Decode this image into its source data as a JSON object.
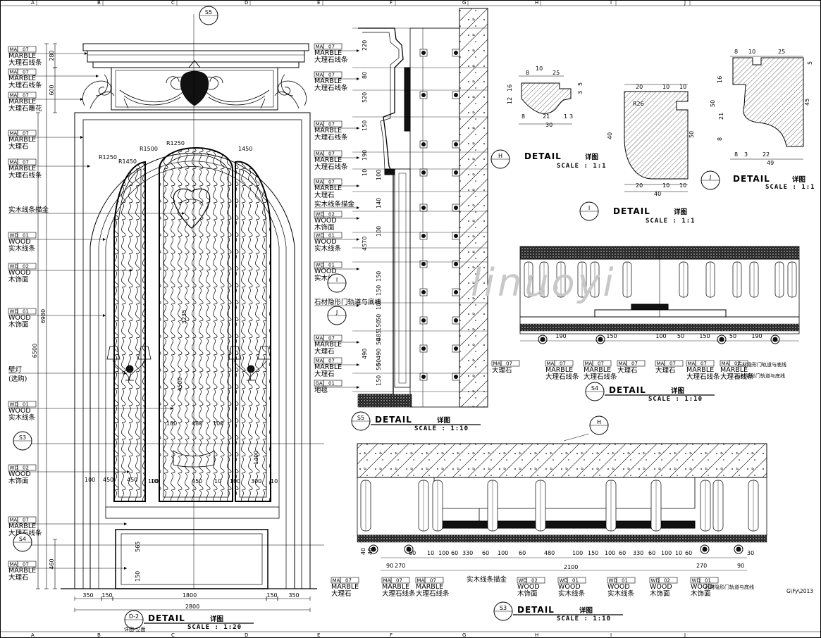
{
  "grid_letters": [
    "A",
    "B",
    "C",
    "D",
    "E",
    "F",
    "G",
    "H",
    "I",
    "J"
  ],
  "elevation": {
    "section_tag": "S5",
    "labels": [
      {
        "code": "MA",
        "num": "07",
        "en": "MARBLE",
        "cn": "大理石线条"
      },
      {
        "code": "MA",
        "num": "07",
        "en": "MARBLE",
        "cn": "大理石线条"
      },
      {
        "code": "MA",
        "num": "07",
        "en": "MARBLE",
        "cn": "大理石雕花"
      },
      {
        "code": "MA",
        "num": "07",
        "en": "MARBLE",
        "cn": "大理石"
      },
      {
        "code": "MA",
        "num": "07",
        "en": "MARBLE",
        "cn": "大理石线条"
      },
      {
        "code": "",
        "num": "",
        "en": "",
        "cn": "实木线条描金"
      },
      {
        "code": "WD",
        "num": "01",
        "en": "WOOD",
        "cn": "实木线条"
      },
      {
        "code": "WD",
        "num": "02",
        "en": "WOOD",
        "cn": "木饰面"
      },
      {
        "code": "WD",
        "num": "01",
        "en": "WOOD",
        "cn": "木饰面"
      },
      {
        "code": "",
        "num": "",
        "en": "",
        "cn": "壁灯"
      },
      {
        "code": "",
        "num": "",
        "en": "",
        "cn": "(选购)"
      },
      {
        "code": "WD",
        "num": "01",
        "en": "WOOD",
        "cn": "实木线条"
      },
      {
        "code": "WD",
        "num": "02",
        "en": "WOOD",
        "cn": "木饰面"
      },
      {
        "code": "MA",
        "num": "07",
        "en": "MARBLE",
        "cn": "大理石线条"
      },
      {
        "code": "MA",
        "num": "07",
        "en": "MARBLE",
        "cn": "大理石"
      }
    ],
    "vdims_left": [
      "280",
      "600",
      "6500",
      "6980",
      "460"
    ],
    "inner_dims": [
      "R1250",
      "R1450",
      "R1500",
      "R1250",
      "1450",
      "3235",
      "100",
      "480",
      "100",
      "1400",
      "4500",
      "450",
      "10",
      "450",
      "10",
      "300",
      "10",
      "450",
      "100",
      "100",
      "100",
      "565",
      "150"
    ],
    "bottom_dims": [
      "350",
      "150",
      "1800",
      "150",
      "350",
      "2800"
    ],
    "callouts": [
      "S3",
      "S4"
    ],
    "title_tag": "D-2",
    "title_sub": "详图-立面",
    "title": "DETAIL",
    "title_cn": "详图",
    "scale": "SCALE : 1:20"
  },
  "section_s5": {
    "labels": [
      {
        "code": "MA",
        "num": "07",
        "en": "MARBLE",
        "cn": "大理石线条"
      },
      {
        "code": "MA",
        "num": "07",
        "en": "MARBLE",
        "cn": "大理石线条"
      },
      {
        "code": "MA",
        "num": "07",
        "en": "MARBLE",
        "cn": "大理石线条"
      },
      {
        "code": "MA",
        "num": "07",
        "en": "MARBLE",
        "cn": "大理石线条"
      },
      {
        "code": "MA",
        "num": "07",
        "en": "MARBLE",
        "cn": "大理石"
      },
      {
        "code": "",
        "num": "",
        "en": "",
        "cn": "实木线条描金"
      },
      {
        "code": "WD",
        "num": "02",
        "en": "WOOD",
        "cn": "木饰面"
      },
      {
        "code": "WD",
        "num": "01",
        "en": "WOOD",
        "cn": "实木线条"
      },
      {
        "code": "WD",
        "num": "01",
        "en": "WOOD",
        "cn": "实木线条"
      },
      {
        "code": "",
        "num": "",
        "en": "",
        "cn": "石材隐形门轨道与底线"
      },
      {
        "code": "MA",
        "num": "07",
        "en": "MARBLE",
        "cn": "大理石"
      },
      {
        "code": "MA",
        "num": "07",
        "en": "MARBLE",
        "cn": "大理石"
      },
      {
        "code": "GA",
        "num": "01",
        "en": "",
        "cn": "地毯"
      }
    ],
    "dims": [
      "220",
      "80",
      "520",
      "150",
      "190",
      "10",
      "100",
      "140",
      "100",
      "4570",
      "490",
      "150",
      "150",
      "100",
      "50",
      "150",
      "50",
      "50",
      "50",
      "485",
      "490",
      "150"
    ],
    "callouts": [
      "I",
      "J"
    ],
    "tag": "S5",
    "title": "DETAIL",
    "title_cn": "详图",
    "scale": "SCALE : 1:10"
  },
  "detail_h": {
    "dims": [
      "8",
      "10",
      "25",
      "16",
      "12",
      "5",
      "3",
      "8",
      "21",
      "30",
      "1",
      "3"
    ],
    "tag": "H",
    "title": "DETAIL",
    "title_cn": "详图",
    "scale": "SCALE : 1:1"
  },
  "detail_i": {
    "dims": [
      "20",
      "10",
      "10",
      "R26",
      "40",
      "50",
      "20",
      "10",
      "10",
      "40"
    ],
    "tag": "I",
    "title": "DETAIL",
    "title_cn": "详图",
    "scale": "SCALE : 1:1"
  },
  "detail_j": {
    "dims": [
      "8",
      "10",
      "25",
      "5",
      "16",
      "50",
      "21",
      "8",
      "45",
      "8",
      "3",
      "22",
      "49"
    ],
    "tag": "J",
    "title": "DETAIL",
    "title_cn": "详图",
    "scale": "SCALE : 1:1"
  },
  "section_s4": {
    "dims": [
      "190",
      "150",
      "100",
      "50",
      "150",
      "50",
      "190"
    ],
    "side_label": "石材隐形门轨道与底线",
    "labels": [
      {
        "code": "MA",
        "num": "07",
        "en": "",
        "cn": "大理石"
      },
      {
        "code": "MA",
        "num": "07",
        "en": "MARBLE",
        "cn": "大理石线条"
      },
      {
        "code": "MA",
        "num": "07",
        "en": "MARBLE",
        "cn": "大理石线条"
      },
      {
        "code": "MA",
        "num": "07",
        "en": "",
        "cn": "大理石"
      },
      {
        "code": "MA",
        "num": "07",
        "en": "",
        "cn": "大理石"
      },
      {
        "code": "MA",
        "num": "07",
        "en": "MARBLE",
        "cn": "大理石线条"
      },
      {
        "code": "MA",
        "num": "07",
        "en": "MARBLE",
        "cn": "大理石线条"
      },
      {
        "code": "",
        "num": "",
        "en": "",
        "cn": "石材隐形门轨道与底线"
      }
    ],
    "tag": "S4",
    "title": "DETAIL",
    "title_cn": "详图",
    "scale": "SCALE : 1:10"
  },
  "section_s3": {
    "dims": [
      "40",
      "40",
      "60",
      "10",
      "100",
      "60",
      "330",
      "60",
      "100",
      "60",
      "480",
      "100",
      "150",
      "100",
      "60",
      "330",
      "60",
      "100",
      "10",
      "60",
      "90",
      "270",
      "2100",
      "270",
      "90",
      "30"
    ],
    "callout": "H",
    "labels": [
      {
        "code": "MA",
        "num": "07",
        "en": "MARBLE",
        "cn": "大理石"
      },
      {
        "code": "MA",
        "num": "07",
        "en": "MARBLE",
        "cn": "大理石线条"
      },
      {
        "code": "MA",
        "num": "07",
        "en": "MARBLE",
        "cn": "大理石线条"
      },
      {
        "code": "",
        "num": "",
        "en": "",
        "cn": "实木线条描金"
      },
      {
        "code": "WD",
        "num": "02",
        "en": "WOOD",
        "cn": "木饰面"
      },
      {
        "code": "WD",
        "num": "01",
        "en": "WOOD",
        "cn": "实木线条"
      },
      {
        "code": "WD",
        "num": "01",
        "en": "WOOD",
        "cn": "实木线条"
      },
      {
        "code": "WD",
        "num": "02",
        "en": "WOOD",
        "cn": "木饰面"
      },
      {
        "code": "WD",
        "num": "01",
        "en": "WOOD",
        "cn": "木饰面"
      },
      {
        "code": "",
        "num": "",
        "en": "",
        "cn": "石材隐形门轨道与底线"
      }
    ],
    "tag": "S3",
    "title": "DETAIL",
    "title_cn": "详图",
    "scale": "SCALE : 1:10"
  },
  "watermark": "linuoyi",
  "file_ref": "G\\Fy\\2013"
}
